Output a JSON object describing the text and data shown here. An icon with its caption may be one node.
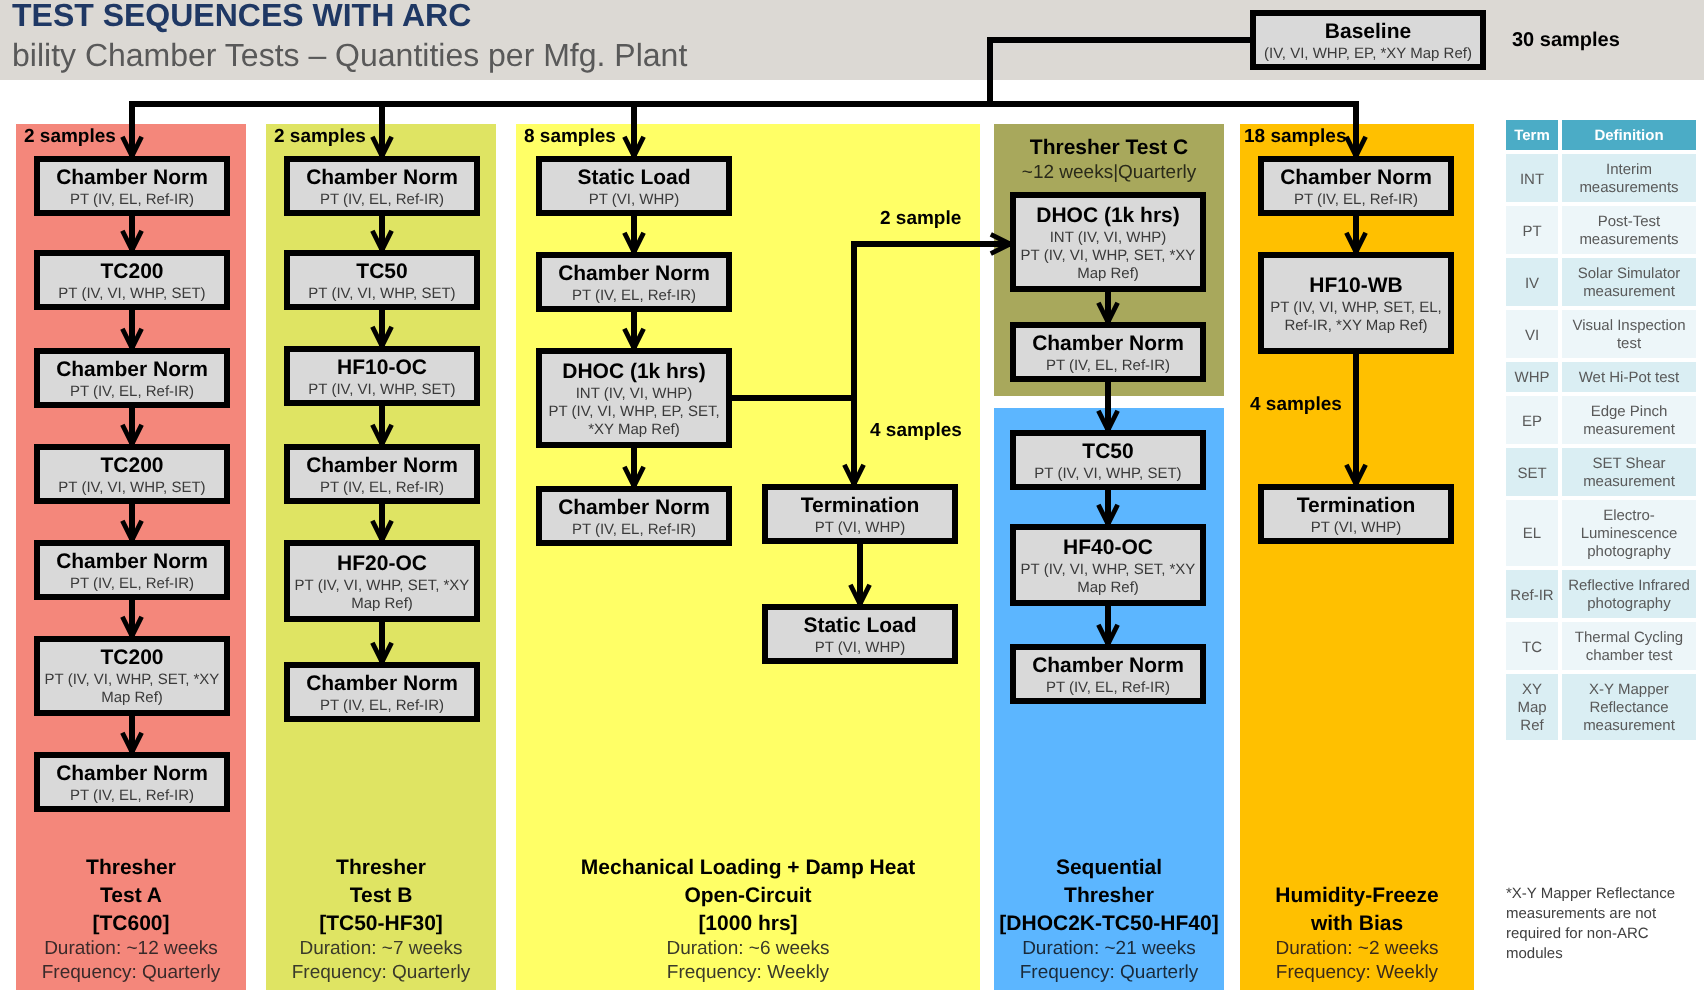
{
  "diagram": {
    "title": "TEST SEQUENCES WITH ARC",
    "nodes": [
      {
        "text": [
          "Baseline",
          "(IV, VI, WHP, EP, *XY Map Ref)"
        ],
        "beside": [
          "30 samples"
        ]
      },
      {
        "text": [
          "Thresher Test A",
          "[TC600]",
          "Duration: ~12 weeks",
          "Frequency: Quarterly"
        ]
      },
      {
        "text": [
          "Chamber Norm",
          "PT (IV, EL, Ref-IR)"
        ],
        "in": 1
      },
      {
        "text": [
          "TC200",
          "PT (IV, VI, WHP, SET)"
        ],
        "in": 1
      },
      {
        "text": [
          "Chamber Norm",
          "PT (IV, EL, Ref-IR)"
        ],
        "in": 1
      },
      {
        "text": [
          "TC200",
          "PT (IV, VI, WHP, SET)"
        ],
        "in": 1
      },
      {
        "text": [
          "Chamber Norm",
          "PT (IV, EL, Ref-IR)"
        ],
        "in": 1
      },
      {
        "text": [
          "TC200",
          "PT (IV, VI, WHP, SET, *XY Map Ref)"
        ],
        "in": 1
      },
      {
        "text": [
          "Chamber Norm",
          "PT (IV, EL, Ref-IR)"
        ],
        "in": 1
      },
      {
        "text": [
          "Thresher Test B",
          "[TC50-HF30]",
          "Duration: ~7 weeks",
          "Frequency: Quarterly"
        ]
      },
      {
        "text": [
          "Chamber Norm",
          "PT (IV, EL, Ref-IR)"
        ],
        "in": 9
      },
      {
        "text": [
          "TC50",
          "PT (IV, VI, WHP, SET)"
        ],
        "in": 9
      },
      {
        "text": [
          "HF10-OC",
          "PT (IV, VI, WHP, SET)"
        ],
        "in": 9
      },
      {
        "text": [
          "Chamber Norm",
          "PT (IV, EL, Ref-IR)"
        ],
        "in": 9
      },
      {
        "text": [
          "HF20-OC",
          "PT (IV, VI, WHP, SET, *XY Map Ref)"
        ],
        "in": 9
      },
      {
        "text": [
          "Chamber Norm",
          "PT (IV, EL, Ref-IR)"
        ],
        "in": 9
      },
      {
        "text": [
          "Mechanical Loading + Damp Heat Open-Circuit",
          "[1000 hrs]",
          "Duration: ~6 weeks",
          "Frequency: Weekly"
        ]
      },
      {
        "text": [
          "Static Load",
          "PT (VI, WHP)"
        ],
        "in": 16
      },
      {
        "text": [
          "Chamber Norm",
          "PT (IV, EL, Ref-IR)"
        ],
        "in": 16
      },
      {
        "text": [
          "DHOC (1k hrs)",
          "INT (IV, VI, WHP)",
          "PT (IV, VI, WHP, EP, SET, *XY Map Ref)"
        ],
        "in": 16
      },
      {
        "text": [
          "Chamber Norm",
          "PT (IV, EL, Ref-IR)"
        ],
        "in": 16
      },
      {
        "text": [
          "Termination",
          "PT (VI, WHP)"
        ],
        "in": 16
      },
      {
        "text": [
          "Static Load",
          "PT (VI, WHP)"
        ],
        "in": 16
      },
      {
        "text": [
          "Thresher Test C",
          "~12 weeks|Quarterly"
        ]
      },
      {
        "text": [
          "DHOC (1k hrs)",
          "INT (IV, VI, WHP)",
          "PT (IV, VI, WHP, SET, *XY Map Ref)"
        ],
        "in": 23
      },
      {
        "text": [
          "Chamber Norm",
          "PT (IV, EL, Ref-IR)"
        ],
        "in": 23
      },
      {
        "text": [
          "Sequential Thresher",
          "[DHOC2K-TC50-HF40]",
          "Duration: ~21 weeks",
          "Frequency: Quarterly"
        ]
      },
      {
        "text": [
          "TC50",
          "PT (IV, VI, WHP, SET)"
        ],
        "in": 26
      },
      {
        "text": [
          "HF40-OC",
          "PT (IV, VI, WHP, SET, *XY Map Ref)"
        ],
        "in": 26
      },
      {
        "text": [
          "Chamber Norm",
          "PT (IV, EL, Ref-IR)"
        ],
        "in": 26
      },
      {
        "text": [
          "Humidity-Freeze with Bias",
          "Duration: ~2 weeks",
          "Frequency: Weekly"
        ]
      },
      {
        "text": [
          "Chamber Norm",
          "PT (IV, EL, Ref-IR)"
        ],
        "in": 30
      },
      {
        "text": [
          "HF10-WB",
          "PT (IV, VI, WHP, SET, EL, Ref-IR, *XY Map Ref)"
        ],
        "in": 30
      },
      {
        "text": [
          "Termination",
          "PT (VI, WHP)"
        ],
        "in": 30
      }
    ],
    "edges": [
      {
        "from": 0,
        "to": 2,
        "arrow": "to",
        "label": "2 samples"
      },
      {
        "from": 0,
        "to": 10,
        "arrow": "to",
        "label": "2 samples"
      },
      {
        "from": 0,
        "to": 17,
        "arrow": "to",
        "label": "8 samples"
      },
      {
        "from": 0,
        "to": 31,
        "arrow": "to",
        "label": "18 samples"
      },
      {
        "from": 2,
        "to": 3,
        "arrow": "to"
      },
      {
        "from": 3,
        "to": 4,
        "arrow": "to"
      },
      {
        "from": 4,
        "to": 5,
        "arrow": "to"
      },
      {
        "from": 5,
        "to": 6,
        "arrow": "to"
      },
      {
        "from": 6,
        "to": 7,
        "arrow": "to"
      },
      {
        "from": 7,
        "to": 8,
        "arrow": "to"
      },
      {
        "from": 10,
        "to": 11,
        "arrow": "to"
      },
      {
        "from": 11,
        "to": 12,
        "arrow": "to"
      },
      {
        "from": 12,
        "to": 13,
        "arrow": "to"
      },
      {
        "from": 13,
        "to": 14,
        "arrow": "to"
      },
      {
        "from": 14,
        "to": 15,
        "arrow": "to"
      },
      {
        "from": 17,
        "to": 18,
        "arrow": "to"
      },
      {
        "from": 18,
        "to": 19,
        "arrow": "to"
      },
      {
        "from": 19,
        "to": 20,
        "arrow": "to"
      },
      {
        "from": 19,
        "to": 24,
        "arrow": "to",
        "label": "2 sample"
      },
      {
        "from": 19,
        "to": 21,
        "arrow": "to",
        "label": "4 samples"
      },
      {
        "from": 21,
        "to": 22,
        "arrow": "to"
      },
      {
        "from": 24,
        "to": 25,
        "arrow": "to"
      },
      {
        "from": 25,
        "to": 27,
        "arrow": "to"
      },
      {
        "from": 27,
        "to": 28,
        "arrow": "to"
      },
      {
        "from": 28,
        "to": 29,
        "arrow": "to"
      },
      {
        "from": 31,
        "to": 32,
        "arrow": "to"
      },
      {
        "from": 32,
        "to": 33,
        "arrow": "to",
        "label": "4 samples"
      }
    ],
    "labels": [
      "bility Chamber Tests – Quantities per Mfg. Plant",
      "Term",
      "Definition",
      "INT",
      "Interim measurements",
      "PT",
      "Post-Test measurements",
      "IV",
      "Solar Simulator measurement",
      "VI",
      "Visual Inspection test",
      "WHP",
      "Wet Hi-Pot test",
      "EP",
      "Edge Pinch measurement",
      "SET",
      "SET Shear measurement",
      "EL",
      "Electro-Luminescence photography",
      "Ref-IR",
      "Reflective Infrared photography",
      "TC",
      "Thermal Cycling chamber test",
      "XY Map Ref",
      "X-Y Mapper Reflectance measurement",
      "*X-Y Mapper Reflectance measurements are not required for non-ARC modules"
    ]
  }
}
